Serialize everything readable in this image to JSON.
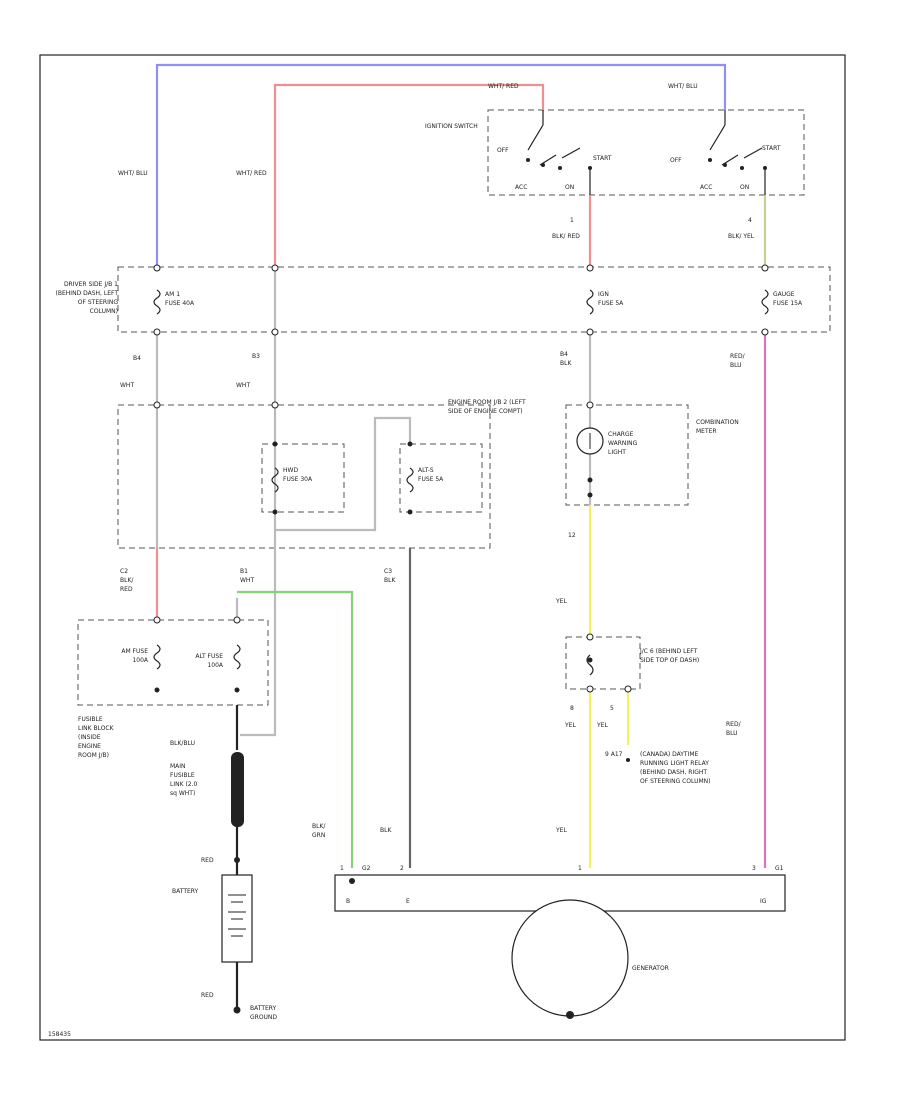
{
  "diagram": {
    "wire_colors": {
      "wht_blu": "#8f8ff5",
      "wht_red": "#f08f8f",
      "blk_red": "#f08f8f",
      "blk_yel": "#c8d09a",
      "red_blu": "#e070c0",
      "grey": "#bbbbbb",
      "blk": "#666666",
      "yel": "#f2f260",
      "blk_grn": "#86d27a",
      "black": "#222222"
    },
    "labels": {
      "ign_wire1": "WHT/ RED",
      "ign_wire2": "WHT/ BLU",
      "ign_switch": "IGNITION SWITCH",
      "off_left": "OFF",
      "start_left": "START",
      "acc_left": "ACC",
      "on_left": "ON",
      "off_right": "OFF",
      "start_right": "START",
      "acc_right": "ACC",
      "on_right": "ON",
      "wht_blu_left": "WHT/ BLU",
      "wht_red_left": "WHT/ RED",
      "blk_red_top": "BLK/ RED",
      "blk_yel_top": "BLK/ YEL",
      "pin_ign_blk_red": "1",
      "pin_ign_blk_yel": "4",
      "driver_jb": "DRIVER SIDE J/B 1 (BEHIND DASH, LEFT OF STEERING COLUMN)",
      "am1_fuse": "AM 1 FUSE 40A",
      "ign_fuse": "IGN FUSE 5A",
      "gauge_fuse": "GAUGE FUSE 15A",
      "b4": "B4",
      "b3": "B3",
      "wht1": "WHT",
      "wht2": "WHT",
      "b4_blk": "B4 BLK",
      "red_blu_mid": "RED/ BLU",
      "engine_jb": "ENGINE ROOM J/B 2 (LEFT SIDE OF ENGINE COMPT)",
      "hwo_fuse": "HWD FUSE 30A",
      "alts_fuse": "ALT-S FUSE 5A",
      "charge_light": "CHARGE WARNING LIGHT",
      "combo_meter": "COMBINATION METER",
      "pin12": "12",
      "yel_mid": "YEL",
      "c2_blk_red": "C2 BLK/ RED",
      "b1_wht": "B1 WHT",
      "c3_blk": "C3 BLK",
      "jc6": "J/C 6 (BEHIND LEFT SIDE TOP OF DASH)",
      "am_fuse": "AM FUSE 100A",
      "alt_fuse": "ALT FUSE 100A",
      "fusible_block": "FUSIBLE LINK BLOCK (INSIDE ENGINE ROOM J/B)",
      "pin_yel_a": "8",
      "yel_a": "YEL",
      "pin_yel_b": "5",
      "yel_b": "YEL",
      "drl_relay": "(CANADA) DAYTIME RUNNING LIGHT RELAY (BEHIND DASH, RIGHT OF STEERING COLUMN)",
      "pin_drl": "9 A17",
      "red_blu_low": "RED/ BLU",
      "blk_blu": "BLK/BLU",
      "main_fl": "MAIN FUSIBLE LINK (2.0 sq WHT)",
      "blk_grn": "BLK/ GRN",
      "blk_low": "BLK",
      "yel_low": "YEL",
      "red_top": "RED",
      "battery": "BATTERY",
      "red_bottom": "RED",
      "battery_ground": "BATTERY GROUND",
      "gen_b": "B",
      "gen_e": "E",
      "gen_ig": "IG",
      "pin_gen_1": "1",
      "pin_gen_g2": "G2",
      "pin_gen_2": "2",
      "pin_gen_1b": "1",
      "pin_gen_3": "3",
      "pin_gen_g1": "G1",
      "generator": "GENERATOR",
      "figure_id": "158435"
    }
  }
}
